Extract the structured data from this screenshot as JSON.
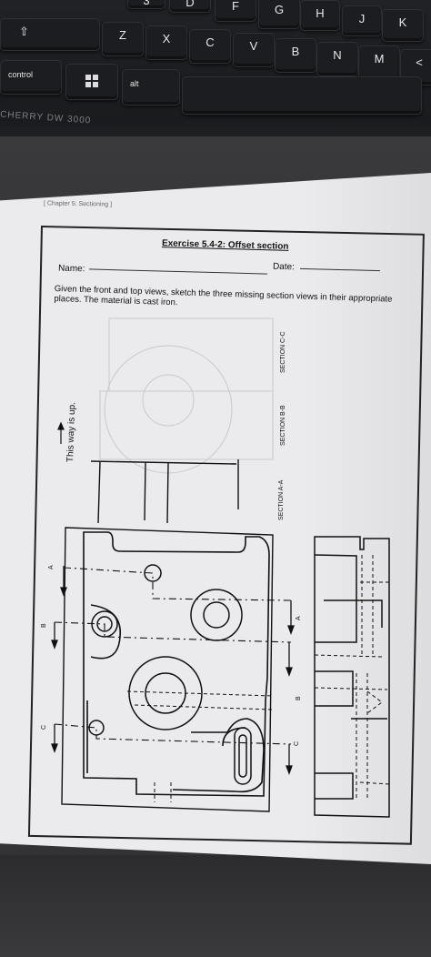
{
  "keyboard": {
    "keys": [
      {
        "id": "key-3",
        "label": "3"
      },
      {
        "id": "key-d",
        "label": "D"
      },
      {
        "id": "key-f",
        "label": "F"
      },
      {
        "id": "key-g",
        "label": "G"
      },
      {
        "id": "key-h",
        "label": "H"
      },
      {
        "id": "key-j",
        "label": "J"
      },
      {
        "id": "key-k",
        "label": "K"
      },
      {
        "id": "key-shift",
        "label": "⇧"
      },
      {
        "id": "key-z",
        "label": "Z"
      },
      {
        "id": "key-x",
        "label": "X"
      },
      {
        "id": "key-c",
        "label": "C"
      },
      {
        "id": "key-v",
        "label": "V"
      },
      {
        "id": "key-b",
        "label": "B"
      },
      {
        "id": "key-n",
        "label": "N"
      },
      {
        "id": "key-m",
        "label": "M"
      },
      {
        "id": "key-comma",
        "label": "<"
      },
      {
        "id": "key-control",
        "label": "control"
      },
      {
        "id": "key-alt",
        "label": "alt"
      }
    ],
    "brand": "CHERRY DW 3000"
  },
  "page": {
    "chapter": "[ Chapter 5:  Sectioning ]",
    "title": "Exercise 5.4-2: Offset section",
    "name_label": "Name:",
    "date_label": "Date:",
    "instructions": "Given the front and top views, sketch the three missing section views in their appropriate places.  The material is cast iron.",
    "section_labels": {
      "cc": "SECTION C-C",
      "bb": "SECTION B-B",
      "aa": "SECTION A-A"
    },
    "orientation_note": "This way is up.",
    "cut_letters": {
      "a_left": "A",
      "b_left": "B",
      "c_left": "C",
      "a_right": "A",
      "b_right": "B",
      "c_right": "C"
    }
  }
}
